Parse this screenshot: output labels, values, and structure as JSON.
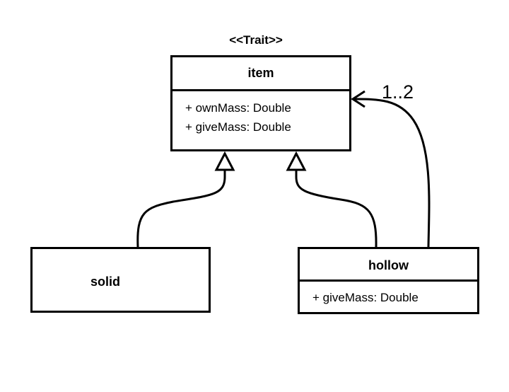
{
  "stereotype": "<<Trait>>",
  "classes": {
    "item": {
      "name": "item",
      "attributes": [
        "+ ownMass: Double",
        "+ giveMass: Double"
      ]
    },
    "solid": {
      "name": "solid",
      "attributes": []
    },
    "hollow": {
      "name": "hollow",
      "attributes": [
        "+ giveMass: Double"
      ]
    }
  },
  "association": {
    "multiplicity": "1..2"
  }
}
